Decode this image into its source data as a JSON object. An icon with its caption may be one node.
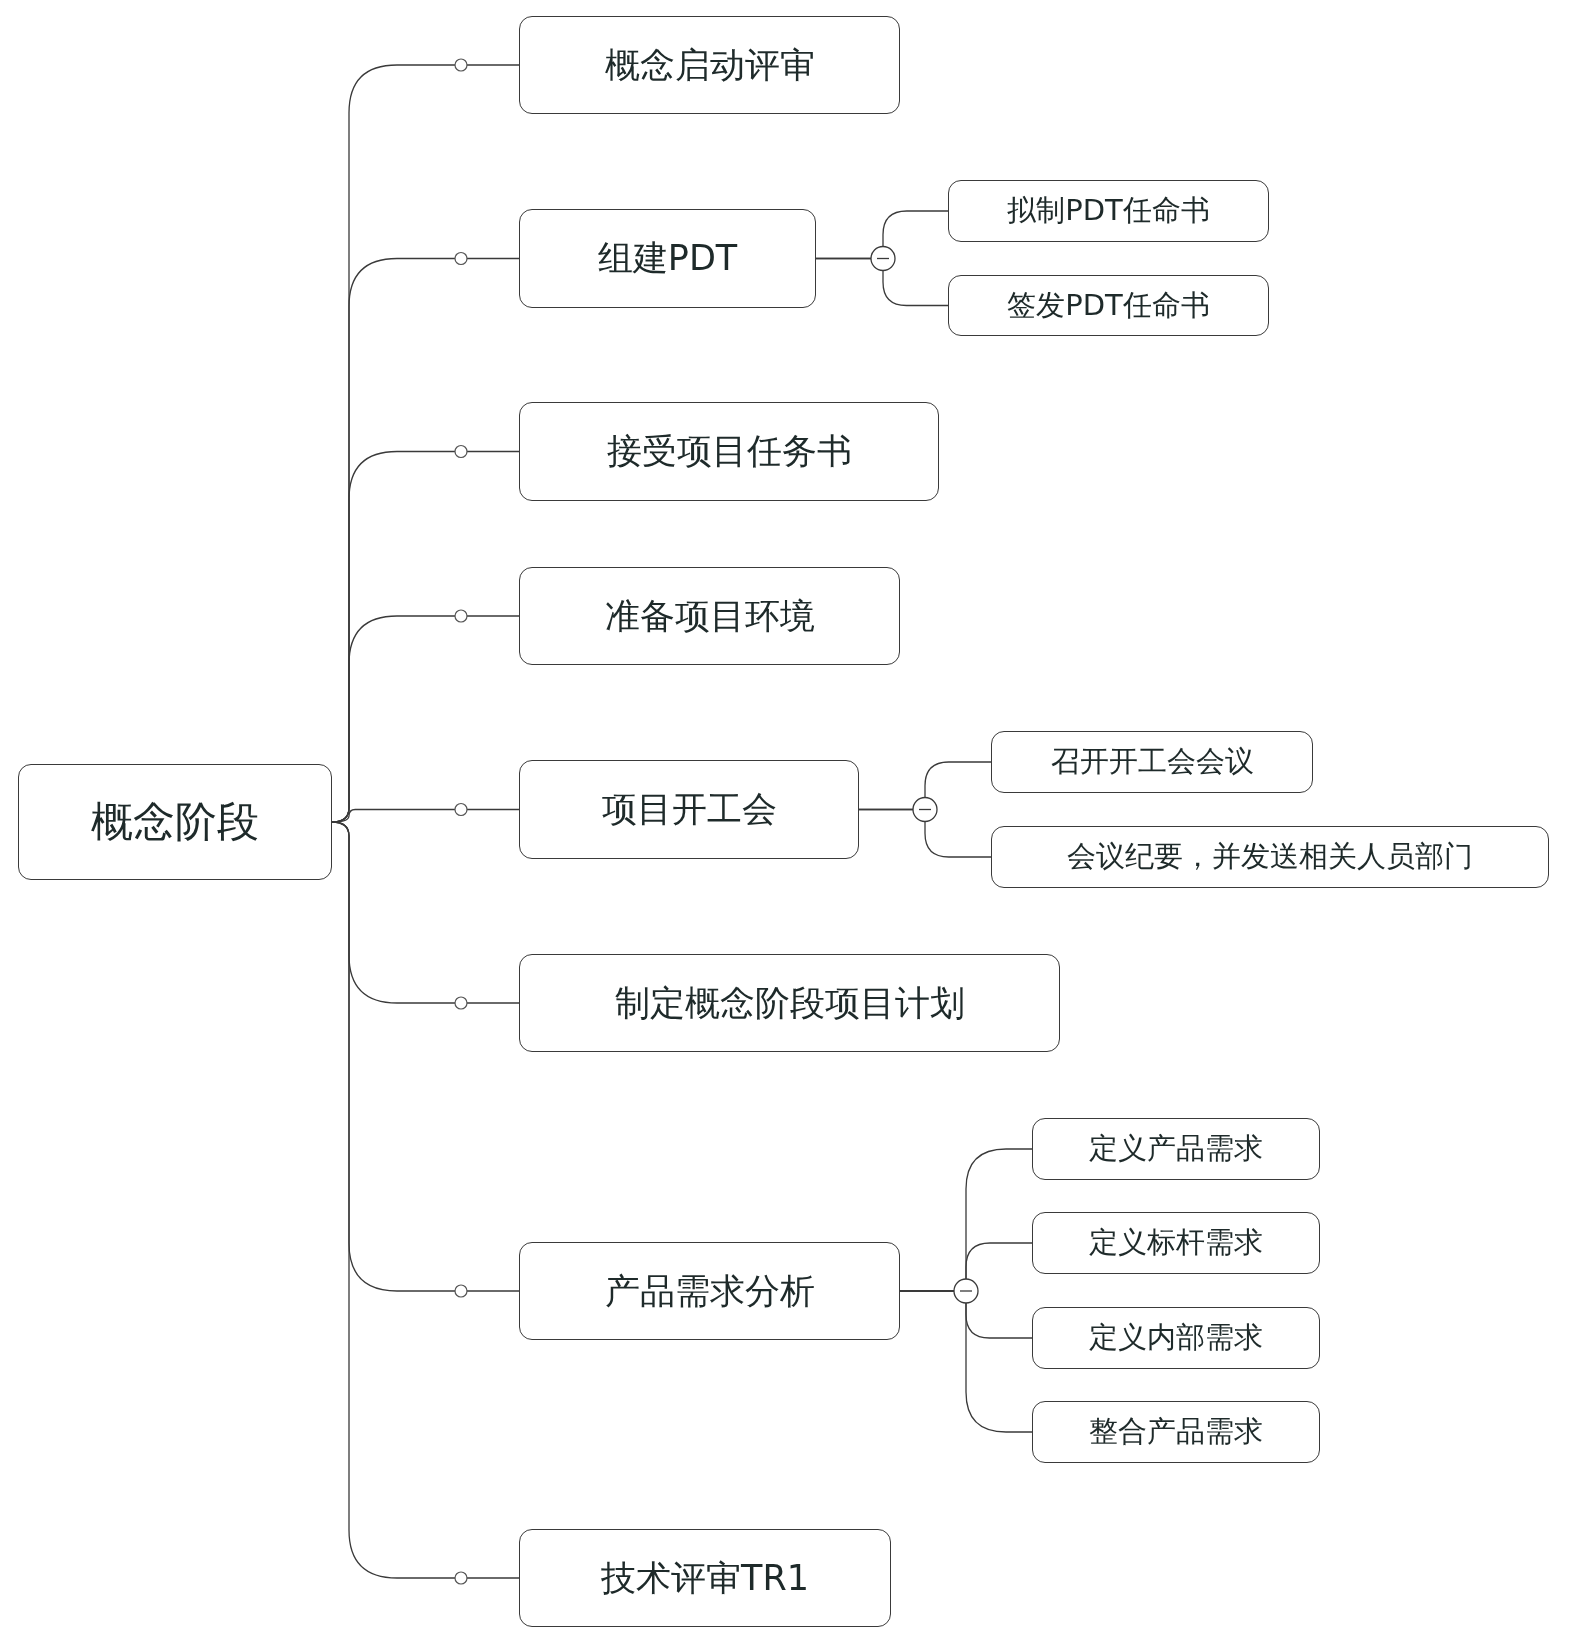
{
  "diagram": {
    "nodes": [
      {
        "text": [
          "概念阶段"
        ]
      },
      {
        "text": [
          "概念启动评审"
        ]
      },
      {
        "text": [
          "组建PDT"
        ]
      },
      {
        "text": [
          "拟制PDT任命书"
        ]
      },
      {
        "text": [
          "签发PDT任命书"
        ]
      },
      {
        "text": [
          "接受项目任务书"
        ]
      },
      {
        "text": [
          "准备项目环境"
        ]
      },
      {
        "text": [
          "项目开工会"
        ]
      },
      {
        "text": [
          "召开开工会会议"
        ]
      },
      {
        "text": [
          "会议纪要，并发送相关人员部门"
        ]
      },
      {
        "text": [
          "制定概念阶段项目计划"
        ]
      },
      {
        "text": [
          "产品需求分析"
        ]
      },
      {
        "text": [
          "定义产品需求"
        ]
      },
      {
        "text": [
          "定义标杆需求"
        ]
      },
      {
        "text": [
          "定义内部需求"
        ]
      },
      {
        "text": [
          "整合产品需求"
        ]
      },
      {
        "text": [
          "技术评审TR1"
        ]
      }
    ],
    "edges": [
      {
        "from": 0,
        "to": 1,
        "arrow": "none"
      },
      {
        "from": 0,
        "to": 2,
        "arrow": "none"
      },
      {
        "from": 2,
        "to": 3,
        "arrow": "none"
      },
      {
        "from": 2,
        "to": 4,
        "arrow": "none"
      },
      {
        "from": 0,
        "to": 5,
        "arrow": "none"
      },
      {
        "from": 0,
        "to": 6,
        "arrow": "none"
      },
      {
        "from": 0,
        "to": 7,
        "arrow": "none"
      },
      {
        "from": 7,
        "to": 8,
        "arrow": "none"
      },
      {
        "from": 7,
        "to": 9,
        "arrow": "none"
      },
      {
        "from": 0,
        "to": 10,
        "arrow": "none"
      },
      {
        "from": 0,
        "to": 11,
        "arrow": "none"
      },
      {
        "from": 11,
        "to": 12,
        "arrow": "none"
      },
      {
        "from": 11,
        "to": 13,
        "arrow": "none"
      },
      {
        "from": 11,
        "to": 14,
        "arrow": "none"
      },
      {
        "from": 11,
        "to": 15,
        "arrow": "none"
      },
      {
        "from": 0,
        "to": 16,
        "arrow": "none"
      }
    ]
  }
}
